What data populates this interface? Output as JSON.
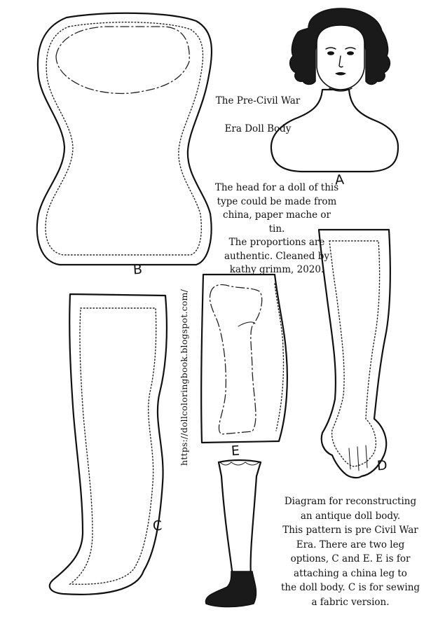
{
  "title": {
    "line1": "The Pre-Civil War",
    "line2": "Era Doll Body"
  },
  "head_note": "The head for a doll of this\ntype could be made from\nchina, paper mache or tin.\nThe proportions are\nauthentic. Cleaned by\nkathy grimm, 2020.",
  "url": "https://dollcoloringbook.blogspot.com/",
  "diagram_note": "Diagram for reconstructing\nan antique doll body.\nThis pattern is pre Civil War\nEra. There are two leg\noptions, C and E. E is for\nattaching a china leg to\nthe doll body. C is for sewing\na fabric version.",
  "pieces": {
    "a": "A",
    "b": "B",
    "c": "C",
    "d": "D",
    "e": "E"
  }
}
